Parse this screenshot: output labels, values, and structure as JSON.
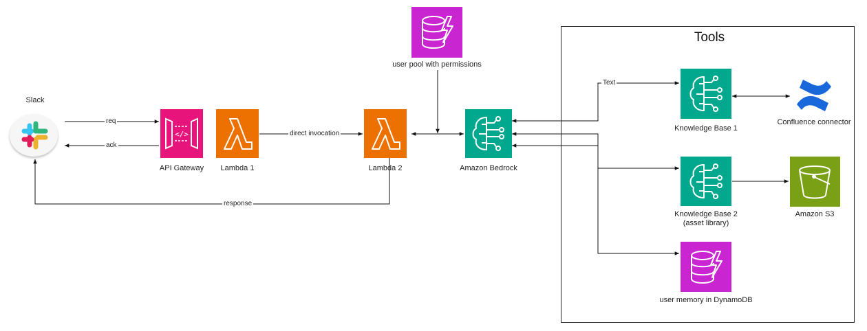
{
  "colors": {
    "lambda": "#ED7100",
    "api_gateway": "#E7157B",
    "dynamodb": "#C925D1",
    "bedrock": "#01A88D",
    "s3": "#7AA116",
    "confluence": "#1868DB"
  },
  "tools_group": {
    "title": "Tools"
  },
  "nodes": {
    "slack": {
      "label": "Slack",
      "icon": "slack-logo"
    },
    "api_gateway": {
      "label": "API Gateway",
      "icon": "api-gateway-icon"
    },
    "lambda1": {
      "label": "Lambda 1",
      "icon": "lambda-icon"
    },
    "lambda2": {
      "label": "Lambda 2",
      "icon": "lambda-icon"
    },
    "user_pool": {
      "label": "user pool with permissions",
      "icon": "dynamodb-icon"
    },
    "bedrock": {
      "label": "Amazon Bedrock",
      "icon": "bedrock-icon"
    },
    "kb1": {
      "label": "Knowledge Base 1",
      "icon": "bedrock-icon"
    },
    "kb2": {
      "label_line1": "Knowledge Base 2",
      "label_line2": "(asset library)",
      "icon": "bedrock-icon"
    },
    "confluence": {
      "label": "Confluence connector",
      "icon": "confluence-logo"
    },
    "s3": {
      "label": "Amazon S3",
      "icon": "s3-bucket-icon"
    },
    "user_memory": {
      "label": "user memory in DynamoDB",
      "icon": "dynamodb-icon"
    }
  },
  "edges": {
    "req": "req",
    "ack": "ack",
    "direct_invocation": "direct invocation",
    "response": "response",
    "text": "Text"
  }
}
